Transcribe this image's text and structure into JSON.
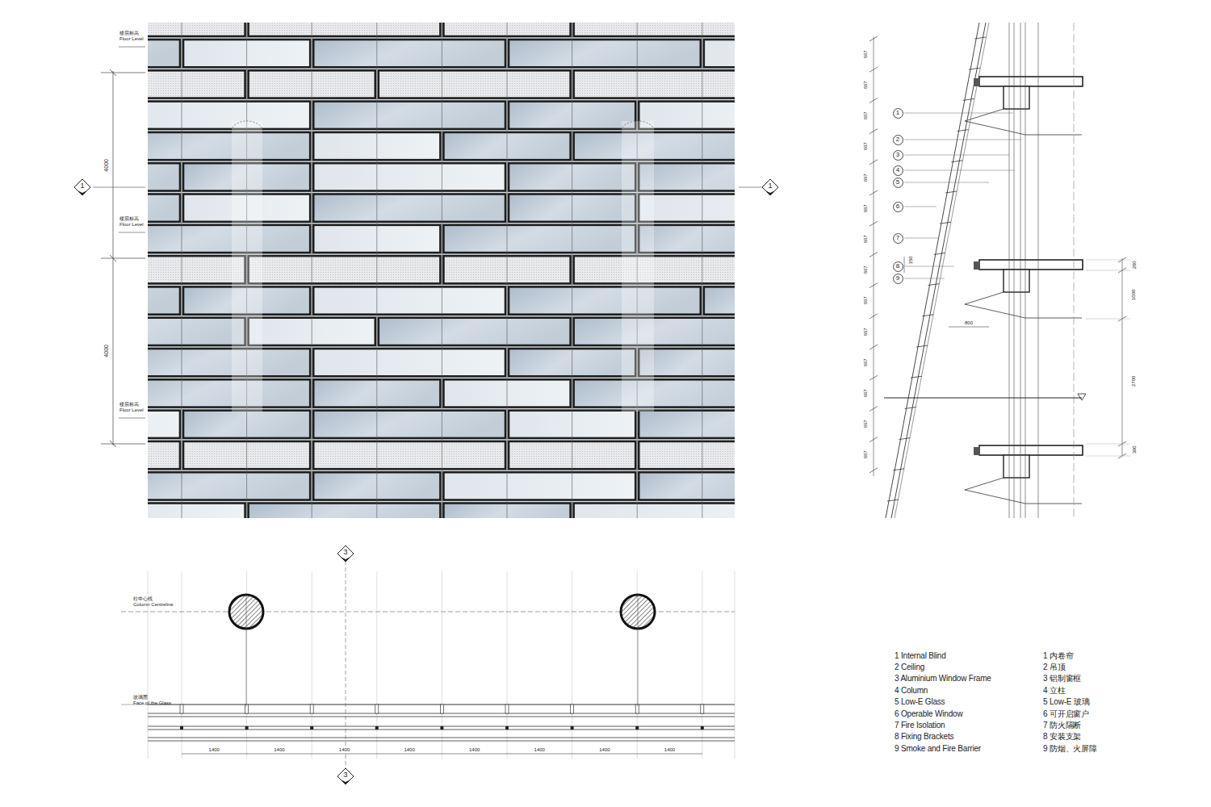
{
  "diagram": {
    "nodes": [
      {
        "text": [
          "1"
        ]
      },
      {
        "text": [
          "1"
        ]
      },
      {
        "text": [
          "1"
        ]
      },
      {
        "text": [
          "2"
        ]
      },
      {
        "text": [
          "3"
        ]
      },
      {
        "text": [
          "4"
        ]
      },
      {
        "text": [
          "5"
        ]
      },
      {
        "text": [
          "6"
        ]
      },
      {
        "text": [
          "7"
        ]
      },
      {
        "text": [
          "8"
        ]
      },
      {
        "text": [
          "9"
        ]
      },
      {
        "text": [
          "3"
        ]
      },
      {
        "text": [
          "3"
        ]
      }
    ],
    "labels": [
      "楼层标高",
      "Floor Level",
      "4000",
      "楼层标高",
      "Floor Level",
      "4000",
      "楼层标高",
      "Floor Level",
      "柱中心线",
      "Column Centreline",
      "玻璃面",
      "Face of the Glass",
      "1400",
      "1400",
      "1400",
      "1400",
      "1400",
      "1400",
      "1400",
      "1400",
      "667",
      "667",
      "667",
      "667",
      "667",
      "667",
      "667",
      "667",
      "667",
      "667",
      "667",
      "667",
      "667",
      "667",
      "150",
      "200",
      "1000",
      "800",
      "2700",
      "300",
      "1  Internal Blind",
      "2  Ceiling",
      "3  Aluminium Window Frame",
      "4  Column",
      "5  Low-E Glass",
      "6  Operable Window",
      "7  Fire Isolation",
      "8  Fixing Brackets",
      "9  Smoke and Fire Barrier",
      "1  内卷帘",
      "2  吊顶",
      "3  铝制窗框",
      "4  立柱",
      "5  Low-E 玻璃",
      "6  可开启窗户",
      "7  防火隔断",
      "8  安装支架",
      "9  防烟、火屏障"
    ]
  }
}
